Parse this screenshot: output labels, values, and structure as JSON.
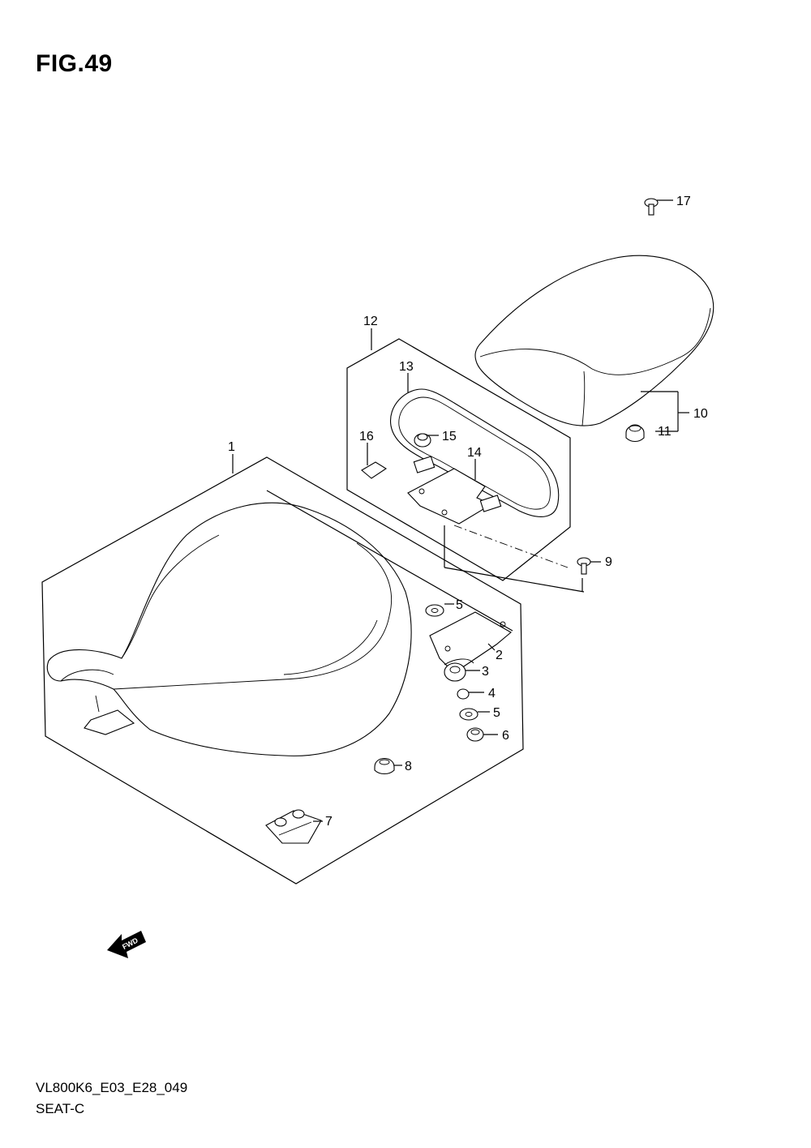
{
  "figure": {
    "title": "FIG.49"
  },
  "footer": {
    "code": "VL800K6_E03_E28_049",
    "name": "SEAT-C"
  },
  "fwd_arrow": {
    "label": "FWD"
  },
  "callouts": [
    {
      "id": "1",
      "label": "1"
    },
    {
      "id": "2",
      "label": "2"
    },
    {
      "id": "3",
      "label": "3"
    },
    {
      "id": "4",
      "label": "4"
    },
    {
      "id": "5a",
      "label": "5"
    },
    {
      "id": "5b",
      "label": "5"
    },
    {
      "id": "6",
      "label": "6"
    },
    {
      "id": "7",
      "label": "7"
    },
    {
      "id": "8",
      "label": "8"
    },
    {
      "id": "9",
      "label": "9"
    },
    {
      "id": "10",
      "label": "10"
    },
    {
      "id": "11",
      "label": "11"
    },
    {
      "id": "12",
      "label": "12"
    },
    {
      "id": "13",
      "label": "13"
    },
    {
      "id": "14",
      "label": "14"
    },
    {
      "id": "15",
      "label": "15"
    },
    {
      "id": "16",
      "label": "16"
    },
    {
      "id": "17",
      "label": "17"
    }
  ]
}
